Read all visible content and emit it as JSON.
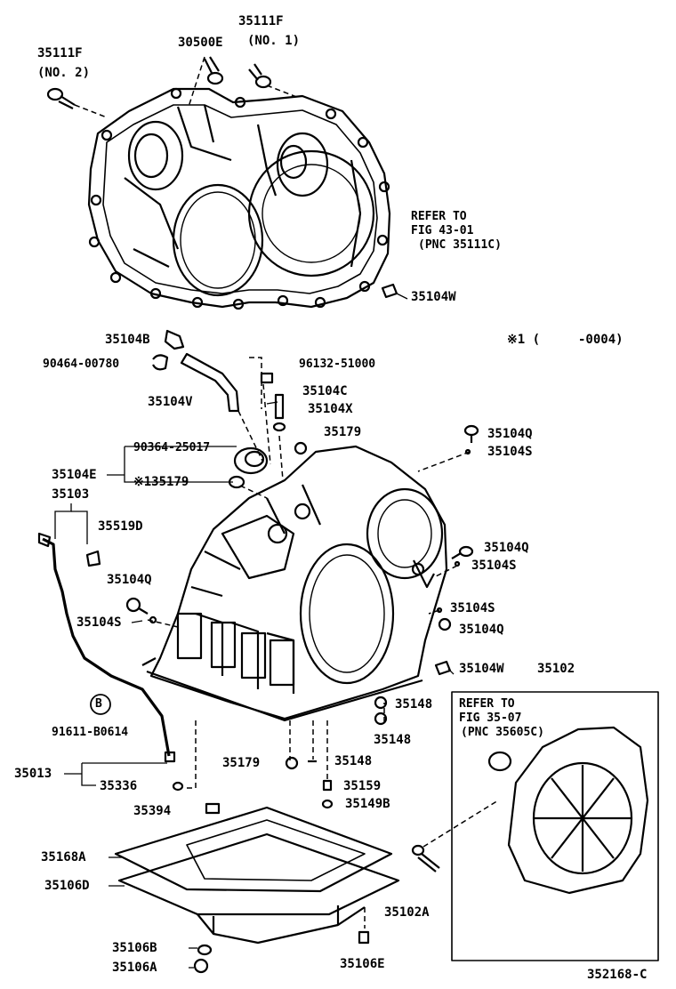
{
  "labels": {
    "p35111f_no2": "35111F",
    "p35111f_no2_sub": "(NO. 2)",
    "p30500e": "30500E",
    "p35111f_no1": "35111F",
    "p35111f_no1_sub": "(NO. 1)",
    "p35104w_top": "35104W",
    "p35104b": "35104B",
    "p90464": "90464-00780",
    "p35104v": "35104V",
    "p96132": "96132-51000",
    "p35104c": "35104C",
    "p35104x": "35104X",
    "p35179_top": "35179",
    "p90364": "90364-25017",
    "p35104e": "35104E",
    "p135179": "※135179",
    "p35103": "35103",
    "p35519d": "35519D",
    "p35104q_left": "35104Q",
    "p35104s_left": "35104S",
    "p35104q_r1": "35104Q",
    "p35104s_r1": "35104S",
    "p35104q_r2": "35104Q",
    "p35104s_r2": "35104S",
    "p35104s_r3": "35104S",
    "p35104q_r3": "35104Q",
    "p35104w_mid": "35104W",
    "p35102": "35102",
    "p35148_a": "35148",
    "p35148_b": "35148",
    "p35148_c": "35148",
    "p35179_bot": "35179",
    "p35159": "35159",
    "p35149b": "35149B",
    "p91611": "91611-B0614",
    "p35013": "35013",
    "p35336": "35336",
    "p35394": "35394",
    "p35168a": "35168A",
    "p35106d": "35106D",
    "p35102a": "35102A",
    "p35106b": "35106B",
    "p35106a": "35106A",
    "p35106e": "35106E",
    "ref_b_badge": "B"
  },
  "notes": {
    "refer_top_1": "REFER TO",
    "refer_top_2": "FIG 43-01",
    "refer_top_3": "(PNC 35111C)",
    "refer_box_1": "REFER TO",
    "refer_box_2": "FIG 35-07",
    "refer_box_3": "(PNC 35605C)",
    "serial_note_mark": "※1 (",
    "serial_note_range": "-0004)",
    "figure_code": "352168-C"
  }
}
